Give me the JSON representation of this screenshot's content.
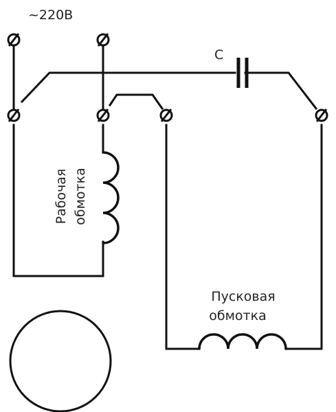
{
  "supply_label": "~220В",
  "capacitor_label": "C",
  "working_winding": {
    "line1": "Рабочая",
    "line2": "обмотка"
  },
  "starting_winding": {
    "line1": "Пусковая",
    "line2": "обмотка"
  }
}
